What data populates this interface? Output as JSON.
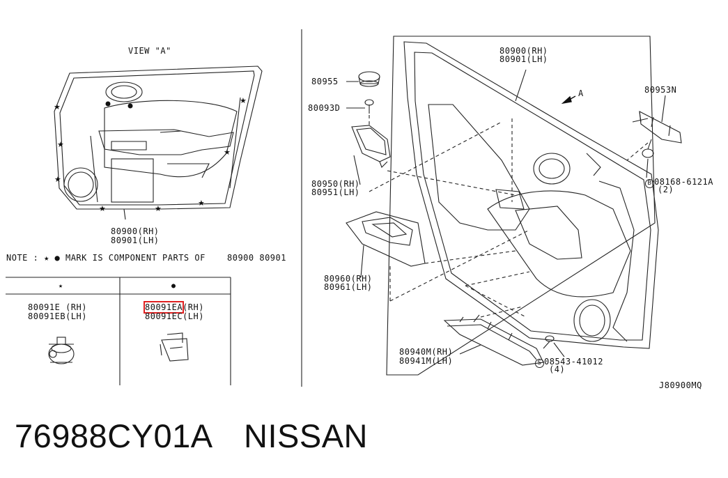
{
  "view_label": "VIEW \"A\"",
  "view_a_part": {
    "rh": "80900(RH)",
    "lh": "80901(LH)"
  },
  "note": {
    "text": "NOTE : ★ ● MARK IS COMPONENT PARTS OF",
    "parts": "80900  80901"
  },
  "table": {
    "col_star": "★",
    "col_dot": "●",
    "left_rh": "80091E  (RH)",
    "left_lh": "80091EB(LH)",
    "right_rh_highlight": "80091EA",
    "right_rh_suffix": "(RH)",
    "right_lh": "80091EC(LH)"
  },
  "callouts": {
    "p80955": "80955",
    "p80093d": "80093D",
    "p80950": "80950(RH)",
    "p80951": "80951(LH)",
    "p80960": "80960(RH)",
    "p80961": "80961(LH)",
    "p80940m": "80940M(RH)",
    "p80941m": "80941M(LH)",
    "p80900": "80900(RH)",
    "p80901": "80901(LH)",
    "p80953n": "80953N",
    "bolt": "08168-6121A",
    "bolt_qty": "(2)",
    "bolt_prefix": "B",
    "screw": "08543-41012",
    "screw_qty": "(4)",
    "screw_prefix": "S",
    "arrow_a": "A"
  },
  "diagram_code": "J80900MQ",
  "footer": {
    "part_number": "76988CY01A",
    "brand": "NISSAN"
  }
}
